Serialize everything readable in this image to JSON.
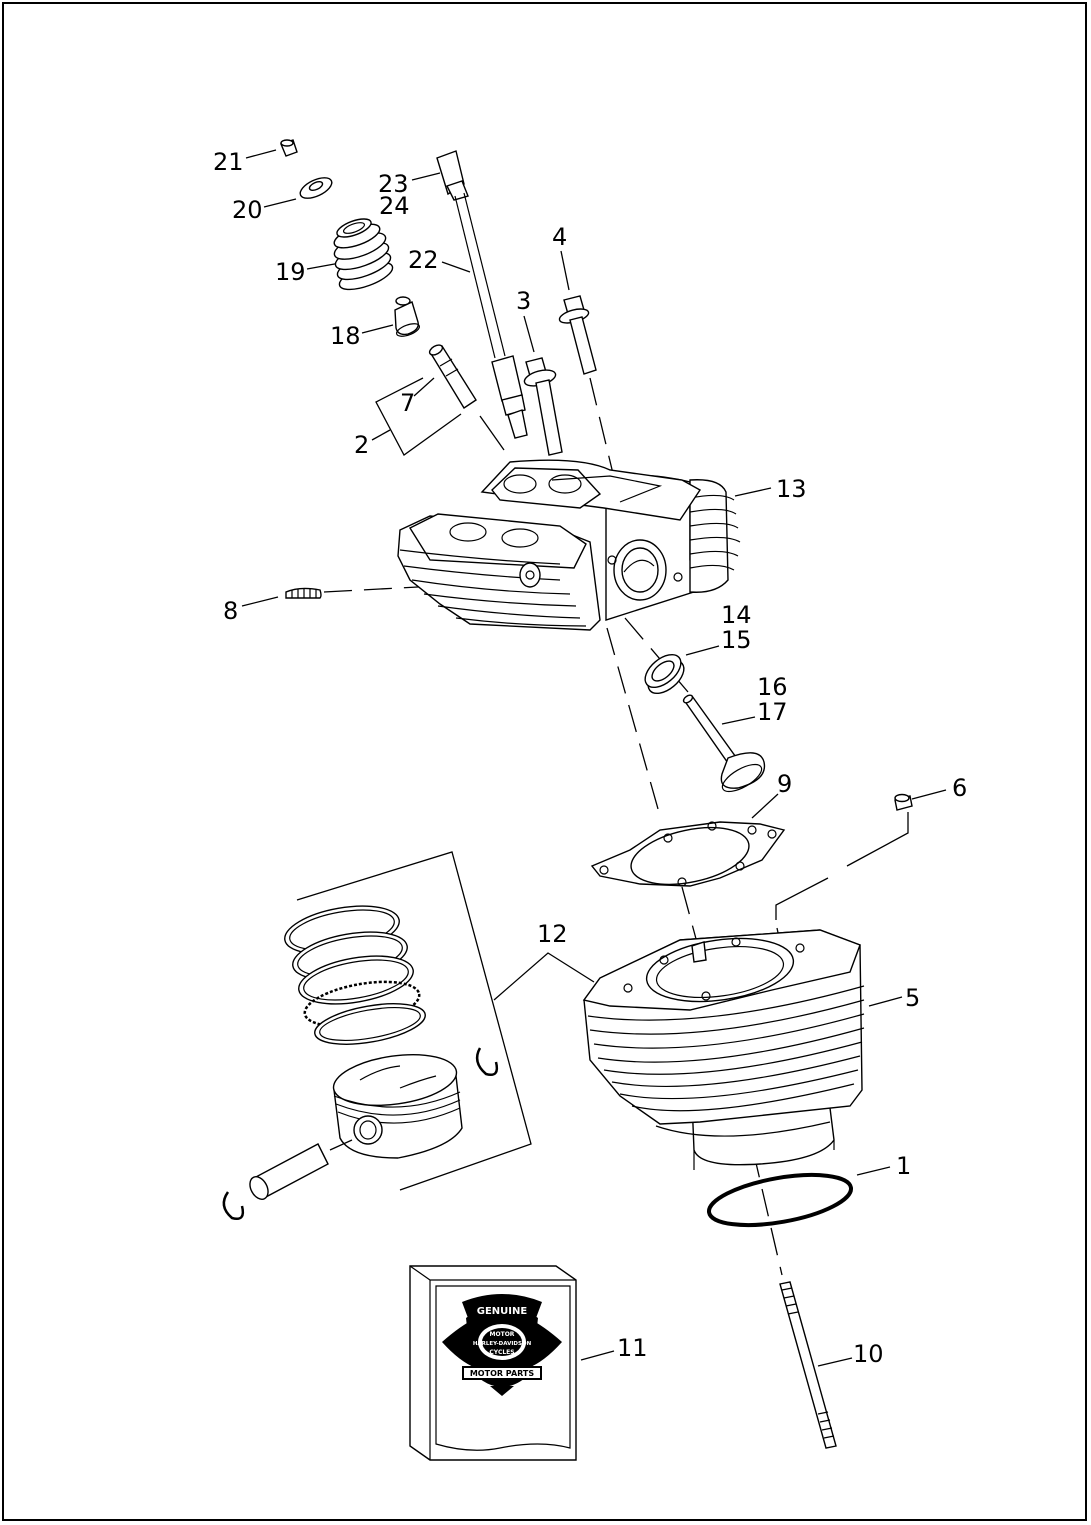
{
  "callouts": {
    "c1": "1",
    "c2": "2",
    "c3": "3",
    "c4": "4",
    "c5": "5",
    "c6": "6",
    "c7": "7",
    "c8": "8",
    "c9": "9",
    "c10": "10",
    "c11": "11",
    "c12": "12",
    "c13": "13",
    "c14": "14",
    "c15": "15",
    "c16": "16",
    "c17": "17",
    "c18": "18",
    "c19": "19",
    "c20": "20",
    "c21": "21",
    "c22": "22",
    "c23": "23",
    "c24": "24"
  },
  "logo": {
    "top": "GENUINE",
    "ring": "MOTOR",
    "brand": "HARLEY-DAVIDSON",
    "cycles": "CYCLES",
    "bottom": "MOTOR PARTS"
  },
  "colors": {
    "ink": "#000000",
    "paper": "#ffffff"
  }
}
